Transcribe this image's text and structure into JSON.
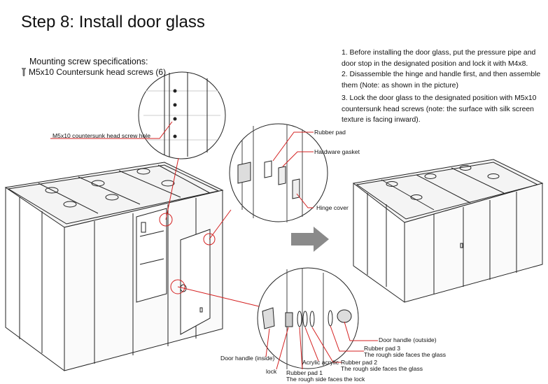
{
  "title": "Step 8: Install door glass",
  "mounting": {
    "heading": "Mounting screw specifications:",
    "item": "M5x10 Countersunk head screws (6)",
    "icon": "screw-icon"
  },
  "instructions": [
    "1. Before installing the door glass, put the pressure pipe and door stop in the designated position and lock it with M4x8.",
    "2. Disassemble the hinge and handle first, and then assemble them (Note: as shown in the picture)",
    "3. Lock the door glass to the designated position with M5x10 countersunk head screws (note: the surface with silk screen texture is facing inward)."
  ],
  "labels": {
    "screw_hole": "M5x10 countersunk head screw hole",
    "rubber_pad": "Rubber pad",
    "hardware_gasket": "Hardware gasket",
    "hinge_cover": "Hinge cover",
    "handle_outside": "Door handle (outside)",
    "rubber_pad_3": "Rubber pad 3",
    "rough_glass_3": "The rough side faces the glass",
    "rubber_pad_2": "Rubber pad 2",
    "rough_glass_2": "The rough side faces the glass",
    "acrylic": "Acrylic acrylic",
    "handle_inside": "Door handle (inside)",
    "lock": "lock",
    "rubber_pad_1": "Rubber pad 1",
    "rough_lock_1": "The rough side faces the lock"
  },
  "colors": {
    "leader": "#d42020",
    "line": "#222222",
    "arrow": "#8a8a8a"
  }
}
